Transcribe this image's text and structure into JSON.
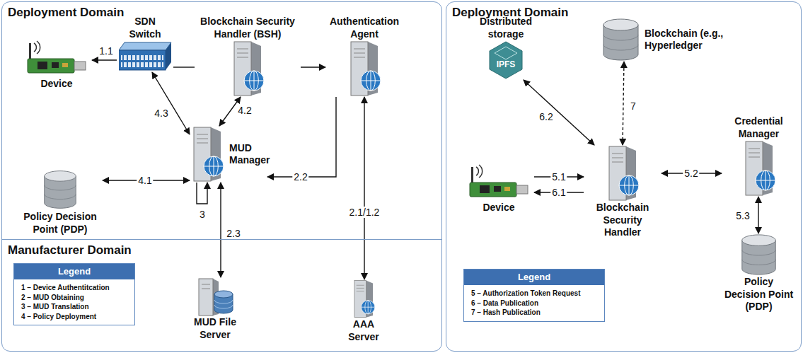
{
  "diagram": {
    "nodes": [
      {
        "text": [
          "Deployment Domain"
        ]
      },
      {
        "text": [
          "Manufacturer Domain"
        ],
        "in": 0
      },
      {
        "text": [
          "Device"
        ],
        "in": 0
      },
      {
        "text": [
          "SDN Switch"
        ],
        "in": 0
      },
      {
        "text": [
          "Blockchain Security Handler (BSH)"
        ],
        "in": 0
      },
      {
        "text": [
          "Authentication Agent"
        ],
        "in": 0
      },
      {
        "text": [
          "Policy Decision Point (PDP)"
        ],
        "in": 0
      },
      {
        "text": [
          "MUD Manager"
        ],
        "in": 0
      },
      {
        "text": [
          "MUD File Server"
        ],
        "in": 1
      },
      {
        "text": [
          "AAA Server"
        ],
        "in": 1
      },
      {
        "text": [
          "Legend",
          "1 – Device Authentitcation",
          "2 – MUD Obtaining",
          "3 – MUD Translation",
          "4 – Policy Deployment"
        ],
        "in": 1
      },
      {
        "text": [
          "Deployment Domain"
        ]
      },
      {
        "text": [
          "Distributed storage",
          "IPFS"
        ],
        "in": 11
      },
      {
        "text": [
          "Blockchain (e.g., Hyperledger"
        ],
        "in": 11
      },
      {
        "text": [
          "Credential Manager"
        ],
        "in": 11
      },
      {
        "text": [
          "Device"
        ],
        "in": 11
      },
      {
        "text": [
          "Blockchain Security Handler"
        ],
        "in": 11
      },
      {
        "text": [
          "Policy Decision Point (PDP)"
        ],
        "in": 11
      },
      {
        "text": [
          "Legend",
          "5 – Authorization Token Request",
          "6 – Data Publication",
          "7 – Hash Publication"
        ],
        "in": 11
      }
    ],
    "edges": [
      {
        "from": 3,
        "to": 2,
        "label": "1.1",
        "arrow": "to"
      },
      {
        "from": 3,
        "to": 4,
        "arrow": "none"
      },
      {
        "from": 4,
        "to": 5,
        "arrow": "to"
      },
      {
        "from": 7,
        "to": 3,
        "label": "4.3",
        "arrow": "both"
      },
      {
        "from": 7,
        "to": 4,
        "label": "4.2",
        "arrow": "both"
      },
      {
        "from": 6,
        "to": 7,
        "label": "4.1",
        "arrow": "both"
      },
      {
        "from": 5,
        "to": 7,
        "label": "2.2",
        "arrow": "to"
      },
      {
        "from": 7,
        "to": 8,
        "label": "2.3",
        "arrow": "both"
      },
      {
        "from": 7,
        "to": 7,
        "label": "3",
        "arrow": "to"
      },
      {
        "from": 5,
        "to": 9,
        "label": "2.1/1.2",
        "arrow": "both"
      },
      {
        "from": 15,
        "to": 16,
        "label": "5.1",
        "arrow": "to"
      },
      {
        "from": 16,
        "to": 15,
        "label": "6.1",
        "arrow": "to"
      },
      {
        "from": 16,
        "to": 12,
        "label": "6.2",
        "arrow": "both"
      },
      {
        "from": 16,
        "to": 13,
        "label": "7",
        "arrow": "both"
      },
      {
        "from": 16,
        "to": 14,
        "label": "5.2",
        "arrow": "both"
      },
      {
        "from": 14,
        "to": 17,
        "label": "5.3",
        "arrow": "both"
      }
    ]
  }
}
